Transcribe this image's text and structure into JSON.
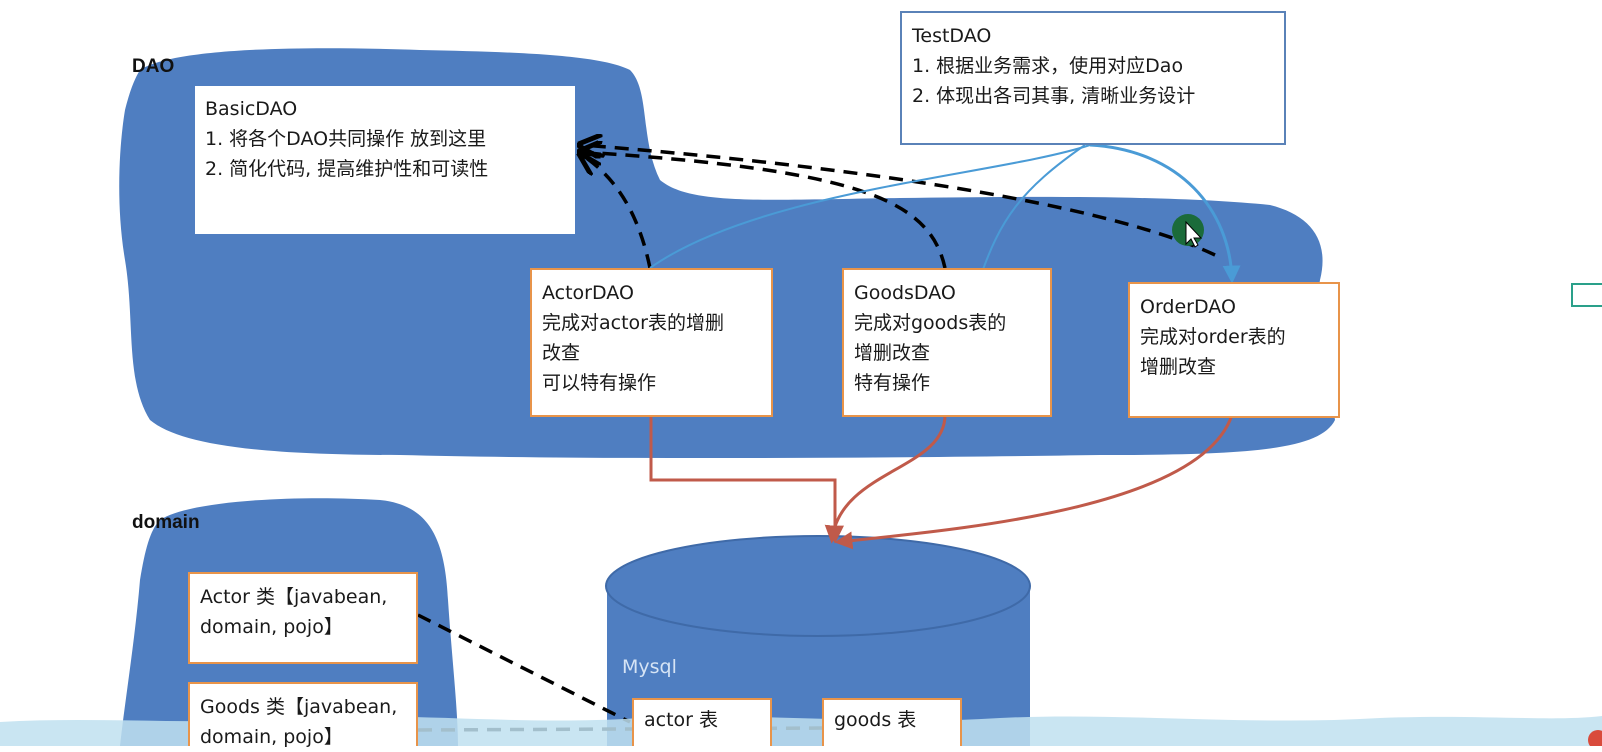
{
  "dao_label": "DAO",
  "domain_label": "domain",
  "basic_dao": {
    "title": "BasicDAO",
    "line1": "1. 将各个DAO共同操作 放到这里",
    "line2": "2.  简化代码, 提高维护性和可读性"
  },
  "test_dao": {
    "title": "TestDAO",
    "line1": "1. 根据业务需求，使用对应Dao",
    "line2": "2. 体现出各司其事, 清晰业务设计"
  },
  "actor_dao": {
    "title": "ActorDAO",
    "line1": "完成对actor表的增删",
    "line2": "改查",
    "line3": "可以特有操作"
  },
  "goods_dao": {
    "title": "GoodsDAO",
    "line1": "完成对goods表的",
    "line2": "增删改查",
    "line3": "特有操作"
  },
  "order_dao": {
    "title": "OrderDAO",
    "line1": "完成对order表的",
    "line2": "增删改查"
  },
  "actor_class": {
    "line1": "Actor 类【javabean,",
    "line2": "domain, pojo】"
  },
  "goods_class": {
    "line1": "Goods 类【javabean,",
    "line2": "domain, pojo】"
  },
  "mysql": {
    "label": "Mysql",
    "actor_table": "actor 表",
    "goods_table": "goods 表"
  },
  "colors": {
    "blob": "#4f7ec1",
    "box_border_orange": "#e8944a",
    "arrow_red": "#c05a4a",
    "arrow_blue": "#4a9bd6"
  }
}
